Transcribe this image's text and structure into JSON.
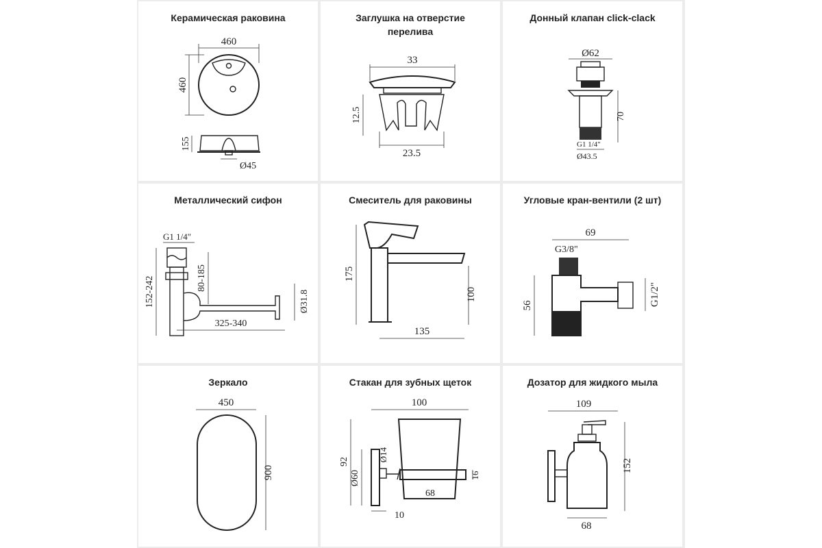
{
  "cells": {
    "sink": {
      "title": "Керамическая раковина",
      "d_width": "460",
      "d_height": "460",
      "d_depth": "155",
      "d_drain": "Ø45"
    },
    "overflow_cap": {
      "title": "Заглушка на отверстие\nперелива",
      "d_top": "33",
      "d_height": "12.5",
      "d_bottom": "23.5"
    },
    "click_clack": {
      "title": "Донный клапан click-clack",
      "d_top": "Ø62",
      "d_height": "70",
      "d_thread": "G1 1/4\"",
      "d_bottom": "Ø43.5"
    },
    "siphon": {
      "title": "Металлический сифон",
      "d_thread": "G1 1/4\"",
      "d_total": "152-242",
      "d_adjust": "80-185",
      "d_pipe": "Ø31.8",
      "d_length": "325-340"
    },
    "mixer": {
      "title": "Смеситель для раковины",
      "d_height": "175",
      "d_spout": "100",
      "d_reach": "135"
    },
    "angle_valves": {
      "title": "Угловые кран-вентили (2 шт)",
      "d_length": "69",
      "d_in": "G3/8\"",
      "d_out": "G1/2\"",
      "d_height": "56"
    },
    "mirror": {
      "title": "Зеркало",
      "d_width": "450",
      "d_height": "900"
    },
    "toothbrush_cup": {
      "title": "Стакан для зубных щеток",
      "d_width": "100",
      "d_height": "92",
      "d_flange": "Ø60",
      "d_stem": "Ø14",
      "d_ring": "16",
      "d_cup": "68",
      "d_offset": "10"
    },
    "soap_dispenser": {
      "title": "Дозатор для жидкого мыла",
      "d_width": "109",
      "d_height": "152",
      "d_bottom": "68"
    }
  }
}
